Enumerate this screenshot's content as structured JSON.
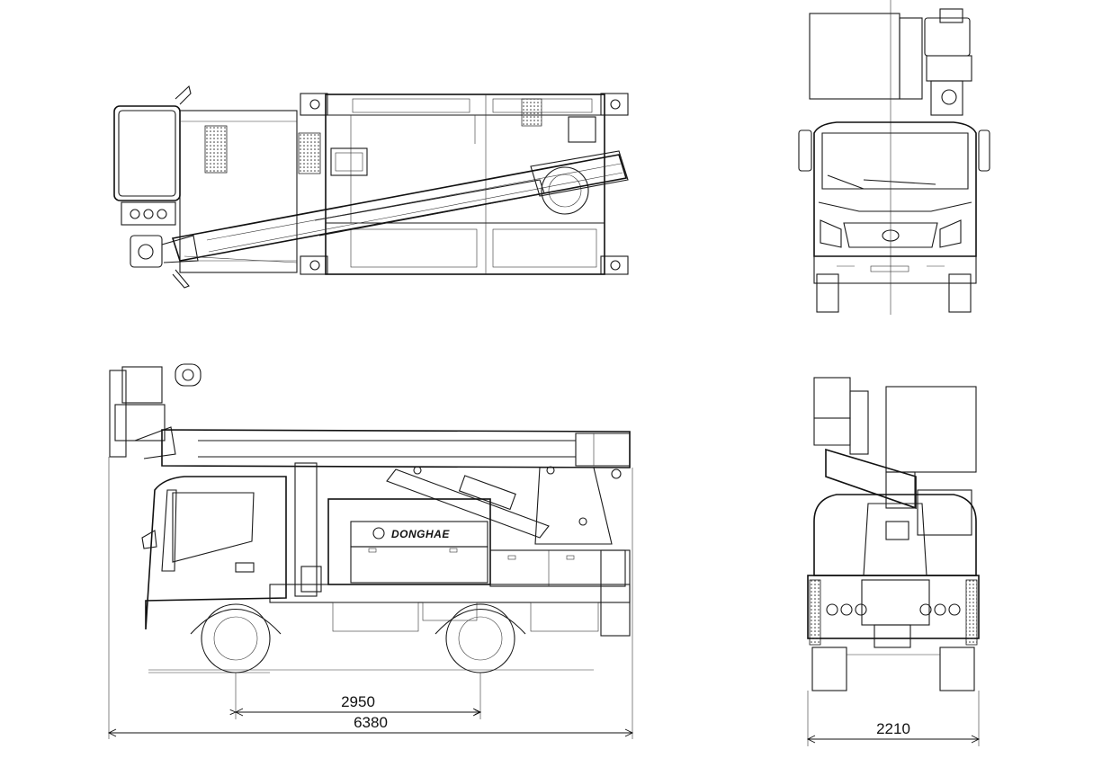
{
  "labels": {
    "brand": "DONGHAE"
  },
  "dimensions": {
    "wheelbase": "2950",
    "overall_length": "6380",
    "overall_width": "2210"
  }
}
